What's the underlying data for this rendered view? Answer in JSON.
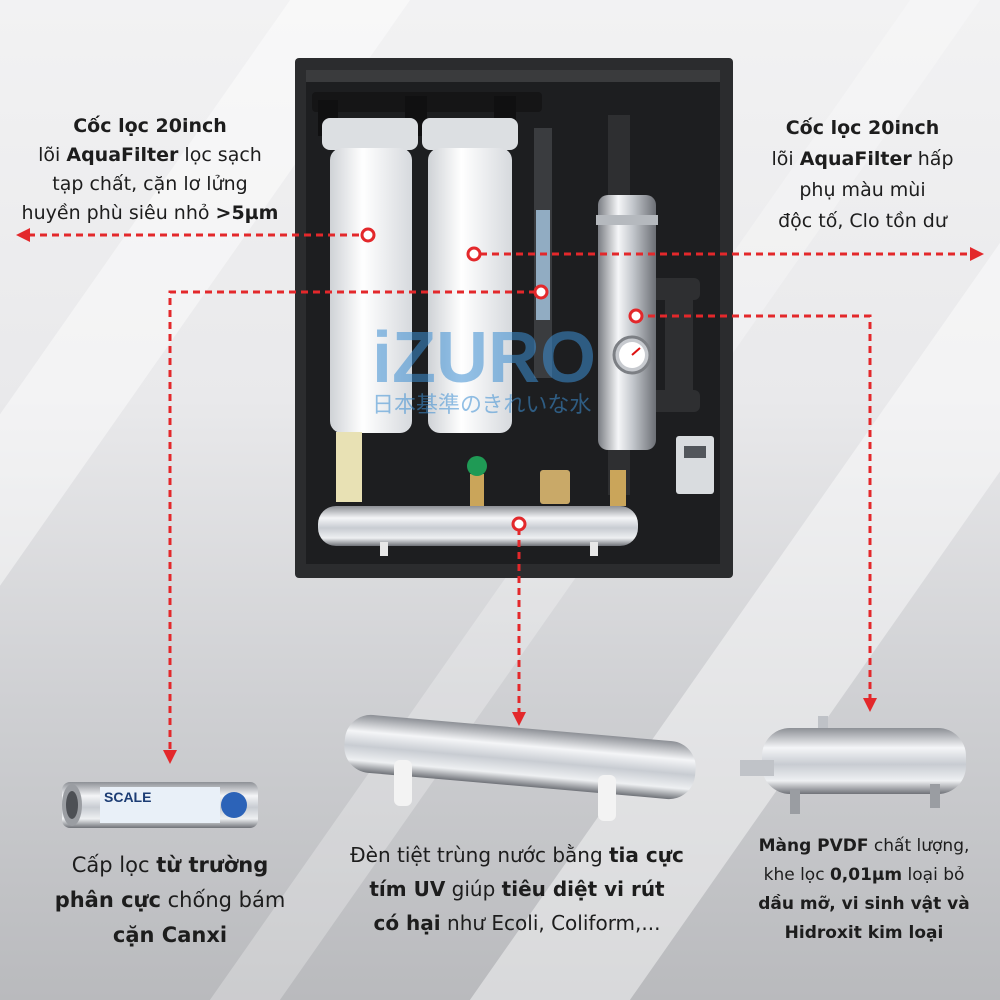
{
  "colors": {
    "accent": "#e3282b",
    "cabinet": "#2b2c2e",
    "brand": "#3d8fd3"
  },
  "brand": {
    "logo": "iZURO",
    "tagline": "日本基準のきれいな水"
  },
  "captions": {
    "top_left": {
      "l1": "Cốc lọc 20inch",
      "l2a": "lõi ",
      "l2b": "AquaFilter",
      "l2c": " lọc sạch",
      "l3": "tạp chất, cặn lơ lửng",
      "l4a": "huyền phù siêu nhỏ ",
      "l4b": ">5µm"
    },
    "top_right": {
      "l1": "Cốc lọc 20inch",
      "l2a": "lõi ",
      "l2b": "AquaFilter",
      "l2c": " hấp",
      "l3": "phụ màu mùi",
      "l4": "độc tố, Clo tồn dư"
    },
    "bottom_left": {
      "l1a": "Cấp lọc ",
      "l1b": "từ trường",
      "l2a": "phân cực",
      "l2b": " chống bám",
      "l3": "cặn Canxi"
    },
    "bottom_middle": {
      "l1a": "Đèn tiệt trùng nước bằng ",
      "l1b": "tia cực",
      "l2a": "tím UV",
      "l2b": " giúp ",
      "l2c": "tiêu diệt vi rút",
      "l3a": "có hại",
      "l3b": " như Ecoli, Coliform,..."
    },
    "bottom_right": {
      "l1a": "Màng PVDF",
      "l1b": " chất lượng,",
      "l2a": "khe lọc ",
      "l2b": "0,01µm",
      "l2c": " loại bỏ",
      "l3": "dầu mỡ, vi sinh vật và",
      "l4": "Hidroxit kim loại"
    }
  },
  "products": {
    "scale_label": "SCALE"
  }
}
